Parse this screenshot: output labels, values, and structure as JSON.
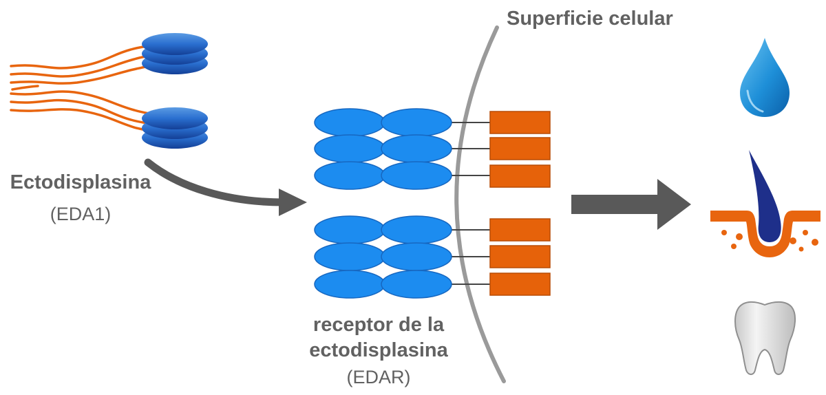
{
  "labels": {
    "ligand_name": "Ectodisplasina",
    "ligand_abbr": "(EDA1)",
    "receptor_line1": "receptor de la",
    "receptor_line2": "ectodisplasina",
    "receptor_abbr": "(EDAR)",
    "cell_surface": "Superficie celular"
  },
  "icons": {
    "ligand": "ectodysplasin-protein-icon",
    "receptor": "receptor-cluster-icon",
    "drop": "sweat-drop-icon",
    "hair": "hair-follicle-icon",
    "tooth": "tooth-icon"
  },
  "colors": {
    "ligand_strand": "#E8650F",
    "ligand_disc": "#2A6FD0",
    "receptor_oval": "#1C8CF0",
    "receptor_box": "#E6620A",
    "membrane": "#9A9A9A",
    "arrow": "#595959",
    "text": "#616161",
    "drop": "#1E8FD8",
    "hair": "#1E2F8A",
    "skin": "#E8650F",
    "tooth": "#E9E9E9"
  }
}
